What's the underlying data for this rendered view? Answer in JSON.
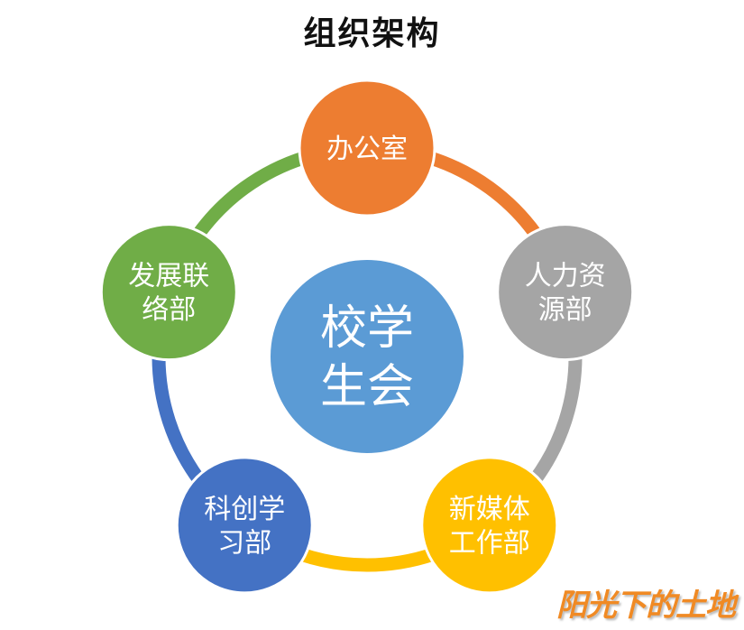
{
  "title": "组织架构",
  "center": {
    "lines": [
      "校学",
      "生会"
    ],
    "color": "#5b9bd5"
  },
  "nodes": [
    {
      "lines": [
        "办公室"
      ],
      "color": "#ed7d31"
    },
    {
      "lines": [
        "人力资",
        "源部"
      ],
      "color": "#a5a5a5"
    },
    {
      "lines": [
        "新媒体",
        "工作部"
      ],
      "color": "#ffc000"
    },
    {
      "lines": [
        "科创学",
        "习部"
      ],
      "color": "#4472c4"
    },
    {
      "lines": [
        "发展联",
        "络部"
      ],
      "color": "#70ad47"
    }
  ],
  "watermark": "阳光下的土地"
}
